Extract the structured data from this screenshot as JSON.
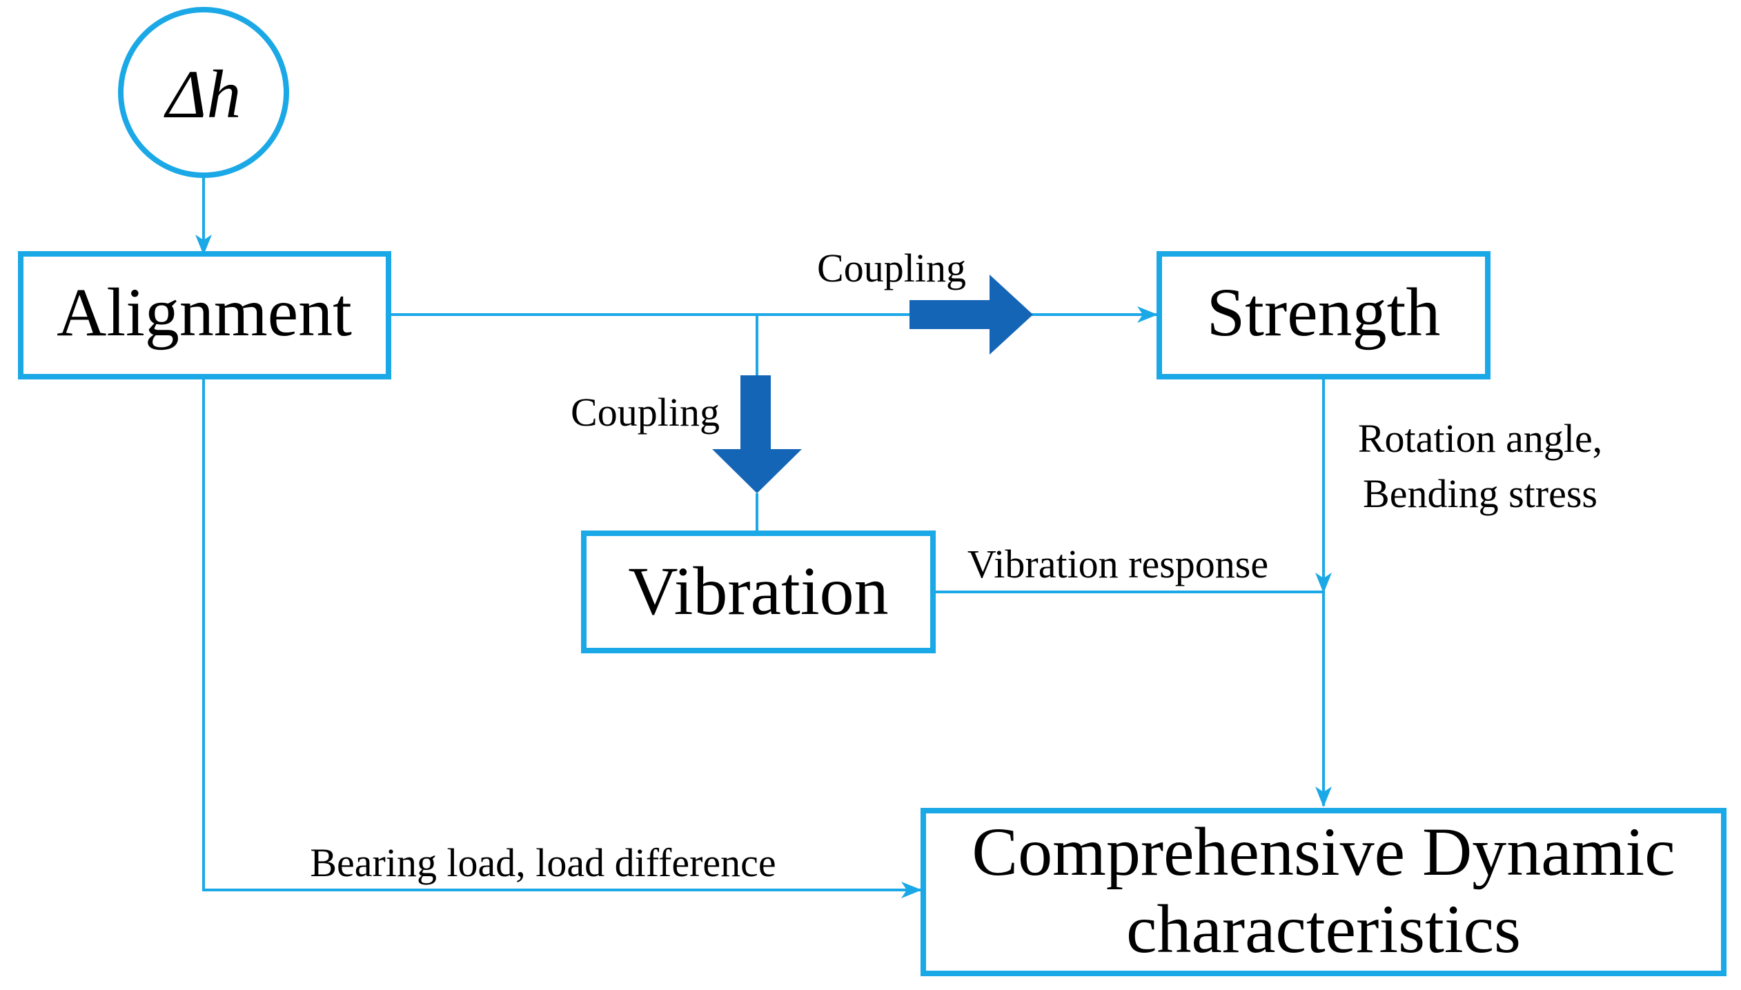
{
  "colors": {
    "line": "#1BA8E6",
    "coupling_arrow": "#1565B7",
    "text": "#000000"
  },
  "nodes": {
    "delta_h": "Δh",
    "alignment": "Alignment",
    "strength": "Strength",
    "vibration": "Vibration",
    "comprehensive_line1": "Comprehensive Dynamic",
    "comprehensive_line2": "characteristics"
  },
  "edges": {
    "coupling_to_strength": "Coupling",
    "coupling_to_vibration": "Coupling",
    "strength_output_line1": "Rotation angle,",
    "strength_output_line2": "Bending stress",
    "vibration_output": "Vibration response",
    "alignment_output": "Bearing load, load difference"
  }
}
